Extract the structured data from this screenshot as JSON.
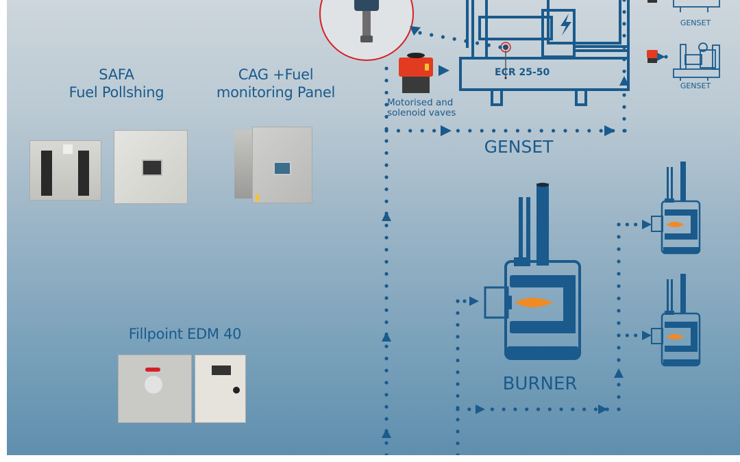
{
  "products": {
    "safa": {
      "line1": "SAFA",
      "line2": "Fuel Pollshing"
    },
    "cag": {
      "line1": "CAG  +Fuel",
      "line2": "monitoring Panel"
    },
    "fillpoint": {
      "title": "Fillpoint EDM 40"
    }
  },
  "valves_label": {
    "line1": "Motorised and",
    "line2": "solenoid vaves"
  },
  "genset": {
    "main_label": "ECR 25-50",
    "section_title": "GENSET",
    "small_units": [
      "GENSET",
      "GENSET"
    ]
  },
  "burner": {
    "section_title": "BURNER"
  },
  "colors": {
    "primary": "#1a5a8c",
    "accent_red": "#d61f26",
    "flame": "#f08a24"
  }
}
